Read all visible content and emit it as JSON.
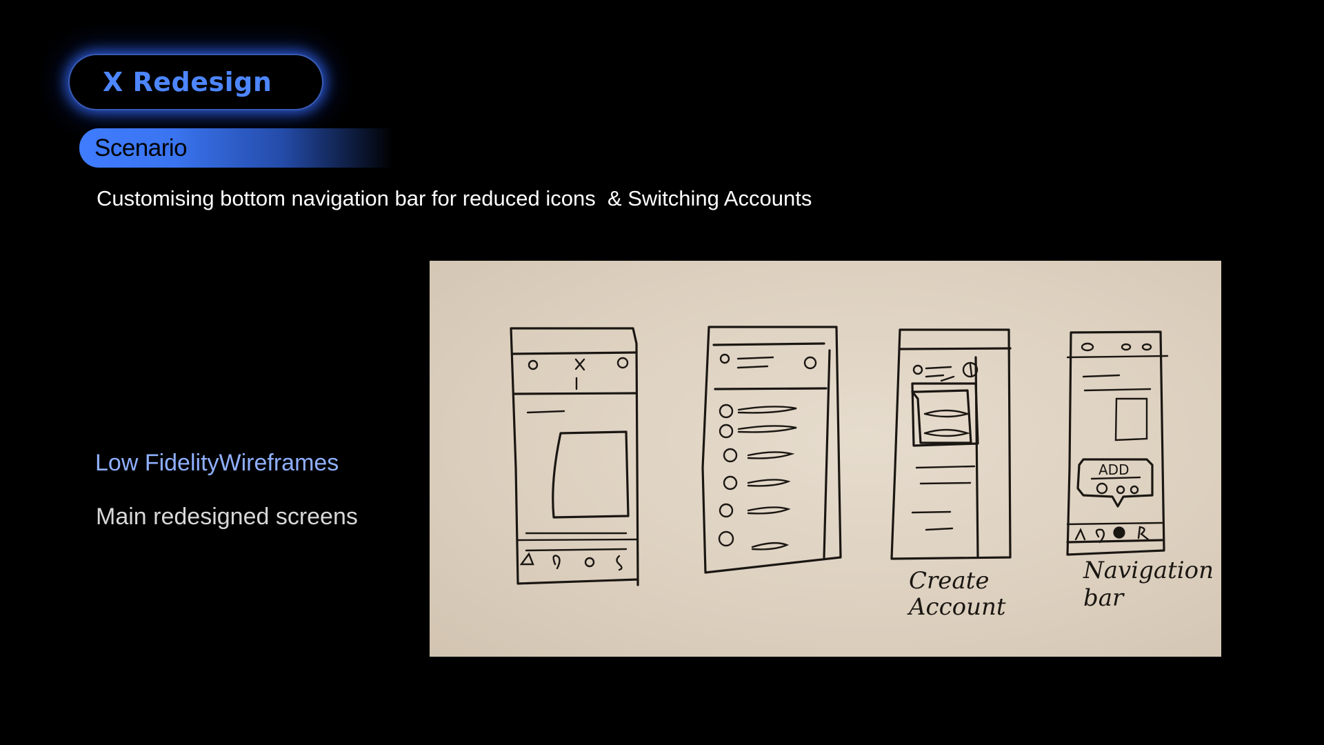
{
  "title": "X Redesign",
  "scenario": {
    "label": "Scenario",
    "description": "Customising bottom navigation bar for reduced icons  & Switching Accounts"
  },
  "section": {
    "heading": "Low FidelityWireframes",
    "subheading": "Main redesigned screens"
  },
  "sketch": {
    "labels": {
      "create_account_1": "Create",
      "create_account_2": "Account",
      "navigation_bar_1": "Navigation",
      "navigation_bar_2": "bar",
      "add": "ADD"
    }
  },
  "colors": {
    "accent": "#4d86ff",
    "heading": "#8fb0ff",
    "background": "#000000",
    "paper": "#dccfbe"
  }
}
